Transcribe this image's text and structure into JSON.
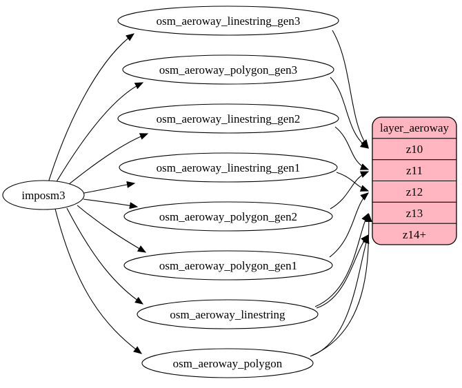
{
  "diagram": {
    "tool_node": {
      "label": "imposm3"
    },
    "tables": [
      {
        "label": "osm_aeroway_linestring_gen3"
      },
      {
        "label": "osm_aeroway_polygon_gen3"
      },
      {
        "label": "osm_aeroway_linestring_gen2"
      },
      {
        "label": "osm_aeroway_linestring_gen1"
      },
      {
        "label": "osm_aeroway_polygon_gen2"
      },
      {
        "label": "osm_aeroway_polygon_gen1"
      },
      {
        "label": "osm_aeroway_linestring"
      },
      {
        "label": "osm_aeroway_polygon"
      }
    ],
    "layer": {
      "title": "layer_aeroway",
      "zoom_rows": [
        "z10",
        "z11",
        "z12",
        "z13",
        "z14+"
      ]
    },
    "edges": [
      {
        "from": "imposm3",
        "to": "osm_aeroway_linestring_gen3"
      },
      {
        "from": "imposm3",
        "to": "osm_aeroway_polygon_gen3"
      },
      {
        "from": "imposm3",
        "to": "osm_aeroway_linestring_gen2"
      },
      {
        "from": "imposm3",
        "to": "osm_aeroway_linestring_gen1"
      },
      {
        "from": "imposm3",
        "to": "osm_aeroway_polygon_gen2"
      },
      {
        "from": "imposm3",
        "to": "osm_aeroway_polygon_gen1"
      },
      {
        "from": "imposm3",
        "to": "osm_aeroway_linestring"
      },
      {
        "from": "imposm3",
        "to": "osm_aeroway_polygon"
      },
      {
        "from": "osm_aeroway_linestring_gen3",
        "to": "layer_aeroway:z10"
      },
      {
        "from": "osm_aeroway_polygon_gen3",
        "to": "layer_aeroway:z10"
      },
      {
        "from": "osm_aeroway_linestring_gen2",
        "to": "layer_aeroway:z11"
      },
      {
        "from": "osm_aeroway_polygon_gen2",
        "to": "layer_aeroway:z11"
      },
      {
        "from": "osm_aeroway_linestring_gen1",
        "to": "layer_aeroway:z12"
      },
      {
        "from": "osm_aeroway_polygon_gen1",
        "to": "layer_aeroway:z12"
      },
      {
        "from": "osm_aeroway_linestring",
        "to": "layer_aeroway:z13"
      },
      {
        "from": "osm_aeroway_polygon",
        "to": "layer_aeroway:z13"
      },
      {
        "from": "osm_aeroway_linestring",
        "to": "layer_aeroway:z14+"
      },
      {
        "from": "osm_aeroway_polygon",
        "to": "layer_aeroway:z14+"
      }
    ],
    "colors": {
      "layer_fill": "#ffb6c1",
      "node_fill": "#ffffff",
      "stroke": "#000000"
    }
  }
}
